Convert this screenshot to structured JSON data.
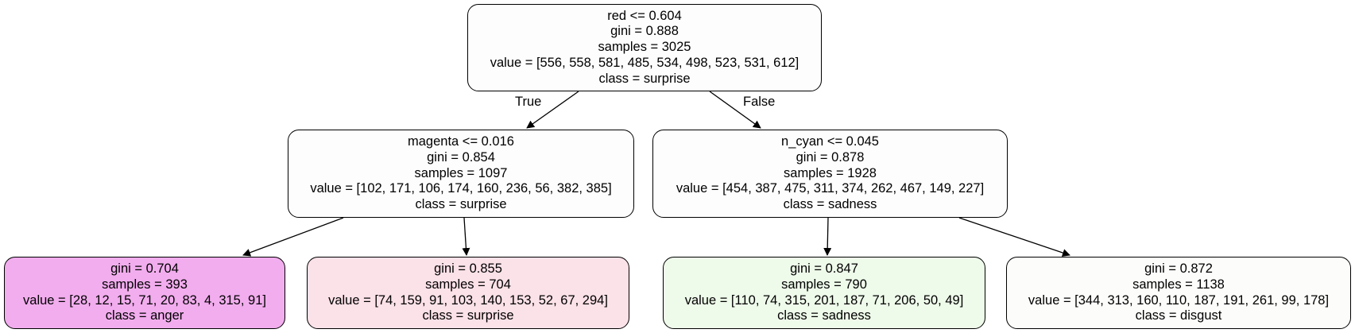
{
  "tree": {
    "root": {
      "split": "red <= 0.604",
      "gini": "gini = 0.888",
      "samples": "samples = 3025",
      "value": "value = [556, 558, 581, 485, 534, 498, 523, 531, 612]",
      "class": "class = surprise",
      "fill": "#fdfdfd"
    },
    "edges": {
      "true_label": "True",
      "false_label": "False"
    },
    "left": {
      "split": "magenta <= 0.016",
      "gini": "gini = 0.854",
      "samples": "samples = 1097",
      "value": "value = [102, 171, 106, 174, 160, 236, 56, 382, 385]",
      "class": "class = surprise",
      "fill": "#fdfdfd"
    },
    "right": {
      "split": "n_cyan <= 0.045",
      "gini": "gini = 0.878",
      "samples": "samples = 1928",
      "value": "value = [454, 387, 475, 311, 374, 262, 467, 149, 227]",
      "class": "class = sadness",
      "fill": "#fdfdfd"
    },
    "leaves": [
      {
        "gini": "gini = 0.704",
        "samples": "samples = 393",
        "value": "value = [28, 12, 15, 71, 20, 83, 4, 315, 91]",
        "class": "class = anger",
        "fill": "#f2adee"
      },
      {
        "gini": "gini = 0.855",
        "samples": "samples = 704",
        "value": "value = [74, 159, 91, 103, 140, 153, 52, 67, 294]",
        "class": "class = surprise",
        "fill": "#fbe1e8"
      },
      {
        "gini": "gini = 0.847",
        "samples": "samples = 790",
        "value": "value = [110, 74, 315, 201, 187, 71, 206, 50, 49]",
        "class": "class = sadness",
        "fill": "#eefaea"
      },
      {
        "gini": "gini = 0.872",
        "samples": "samples = 1138",
        "value": "value = [344, 313, 160, 110, 187, 191, 261, 99, 178]",
        "class": "class = disgust",
        "fill": "#fcfcfa"
      }
    ]
  }
}
